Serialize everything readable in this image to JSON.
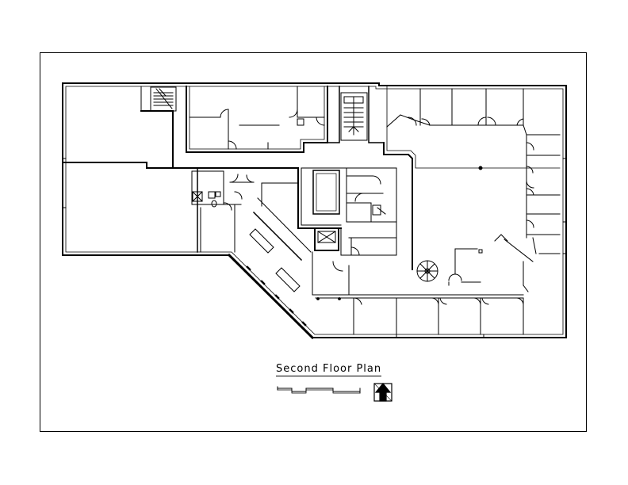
{
  "drawing": {
    "title": "Second Floor Plan",
    "scale_bar_icon": "scale-bar",
    "north_arrow_icon": "north-arrow",
    "line_color": "#000000",
    "background_color": "#ffffff"
  }
}
